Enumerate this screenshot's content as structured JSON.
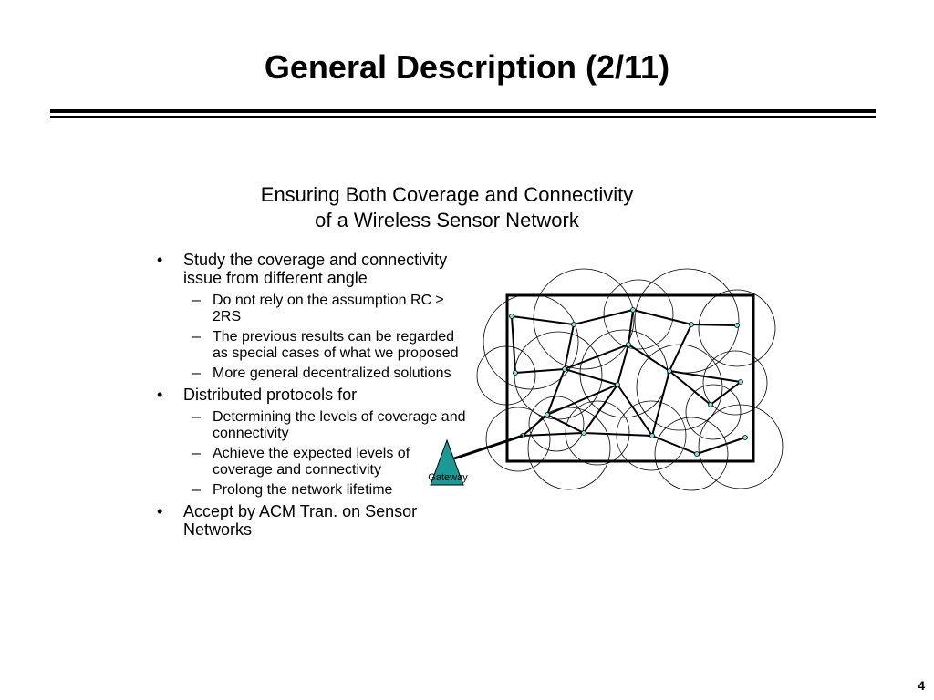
{
  "title": "General Description (2/11)",
  "subtitle": [
    "Ensuring Both Coverage and Connectivity",
    "of a Wireless Sensor Network"
  ],
  "bullet_marker": "•",
  "sub_marker": "–",
  "bullets": [
    {
      "text": "Study the coverage and connectivity issue from different angle",
      "subs": [
        "Do not rely on the assumption RC ≥ 2RS",
        "The previous results can be regarded as special cases of what we proposed",
        "More general decentralized solutions"
      ]
    },
    {
      "text": "Distributed protocols for",
      "subs": [
        "Determining the levels of coverage and connectivity",
        "Achieve the expected levels of coverage and connectivity",
        "Prolong the network lifetime"
      ]
    },
    {
      "text": "Accept by ACM Tran. on Sensor Networks",
      "subs": []
    }
  ],
  "diagram": {
    "gateway_label": "Gateway",
    "gateway_color": "#1a9a96",
    "node_color": "#7fe0d8"
  },
  "page_number": "4"
}
